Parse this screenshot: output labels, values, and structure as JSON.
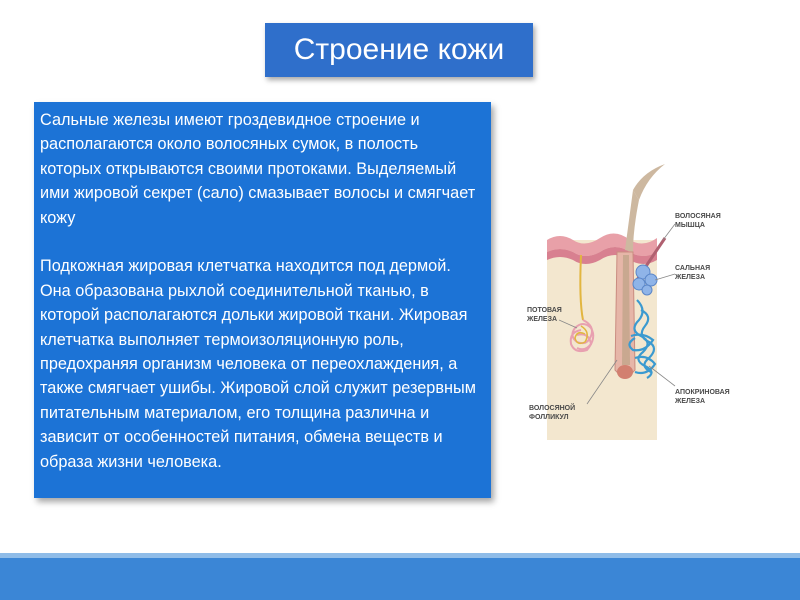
{
  "slide": {
    "title": "Строение кожи",
    "paragraph1": "Сальные железы имеют гроздевидное строение и располагаются около волосяных сумок, в полость которых открываются своими протоками. Выделяемый ими жировой секрет (сало) смазывает волосы и смягчает кожу",
    "paragraph2": "Подкожная жировая клетчатка находится под дермой. Она образована рыхлой соединительной тканью, в которой располагаются дольки жировой ткани. Жировая клетчатка выполняет термоизоляционную роль, предохраняя организм человека от переохлаждения, а также смягчает ушибы. Жировой слой служит резервным питательным материалом, его толщина различна и зависит от особенностей питания, обмена веществ и образа жизни человека."
  },
  "diagram": {
    "labels": {
      "muscle_line1": "ВОЛОСЯНАЯ",
      "muscle_line2": "МЫШЦА",
      "sebaceous_line1": "САЛЬНАЯ",
      "sebaceous_line2": "ЖЕЛЕЗА",
      "sweat_line1": "ПОТОВАЯ",
      "sweat_line2": "ЖЕЛЕЗА",
      "apocrine_line1": "АПОКРИНОВАЯ",
      "apocrine_line2": "ЖЕЛЕЗА",
      "follicle_line1": "ВОЛОСЯНОЙ",
      "follicle_line2": "ФОЛЛИКУЛ"
    }
  },
  "colors": {
    "title_bg": "#2f6fcb",
    "text_bg": "#1c73d6",
    "footer": "#3b86d6"
  }
}
